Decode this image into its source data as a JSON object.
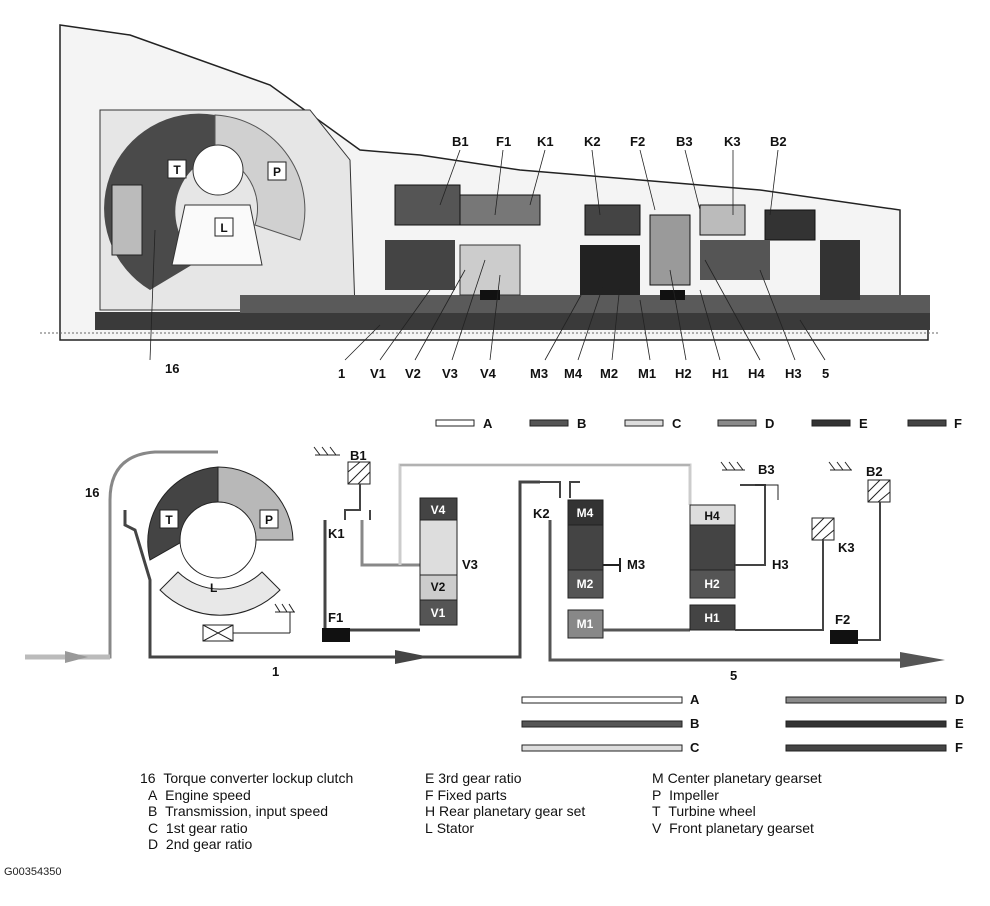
{
  "section_labels": {
    "top": [
      "B1",
      "F1",
      "K1",
      "K2",
      "F2",
      "B3",
      "K3",
      "B2",
      "T",
      "P",
      "L"
    ],
    "bottom_row": [
      "16",
      "1",
      "V1",
      "V2",
      "V3",
      "V4",
      "M3",
      "M4",
      "M2",
      "M1",
      "H2",
      "H1",
      "H4",
      "H3",
      "5"
    ]
  },
  "line_key": [
    "A",
    "B",
    "C",
    "D",
    "E",
    "F"
  ],
  "schematic": {
    "labels": [
      "16",
      "B1",
      "K1",
      "F1",
      "V4",
      "V2",
      "V1",
      "V3",
      "K2",
      "M4",
      "M2",
      "M1",
      "M3",
      "H4",
      "H2",
      "H1",
      "H3",
      "B3",
      "B2",
      "K3",
      "F2",
      "T",
      "P",
      "L",
      "1",
      "5"
    ]
  },
  "legend": {
    "col1": [
      {
        "code": "16",
        "text": "Torque converter lockup clutch"
      },
      {
        "code": "A",
        "text": "Engine speed"
      },
      {
        "code": "B",
        "text": "Transmission, input speed"
      },
      {
        "code": "C",
        "text": "1st gear ratio"
      },
      {
        "code": "D",
        "text": "2nd gear ratio"
      }
    ],
    "col2": [
      {
        "code": "E",
        "text": "3rd gear ratio"
      },
      {
        "code": "F",
        "text": "Fixed parts"
      },
      {
        "code": "H",
        "text": "Rear planetary gear set"
      },
      {
        "code": "L",
        "text": "Stator"
      }
    ],
    "col3": [
      {
        "code": "M",
        "text": "Center planetary gearset"
      },
      {
        "code": "P",
        "text": "Impeller"
      },
      {
        "code": "T",
        "text": "Turbine wheel"
      },
      {
        "code": "V",
        "text": "Front planetary gearset"
      }
    ]
  },
  "figure_code": "G00354350",
  "colors": {
    "A": "#ffffff",
    "B": "#555555",
    "C": "#dddddd",
    "D": "#8a8a8a",
    "E": "#333333",
    "F": "#444444"
  }
}
